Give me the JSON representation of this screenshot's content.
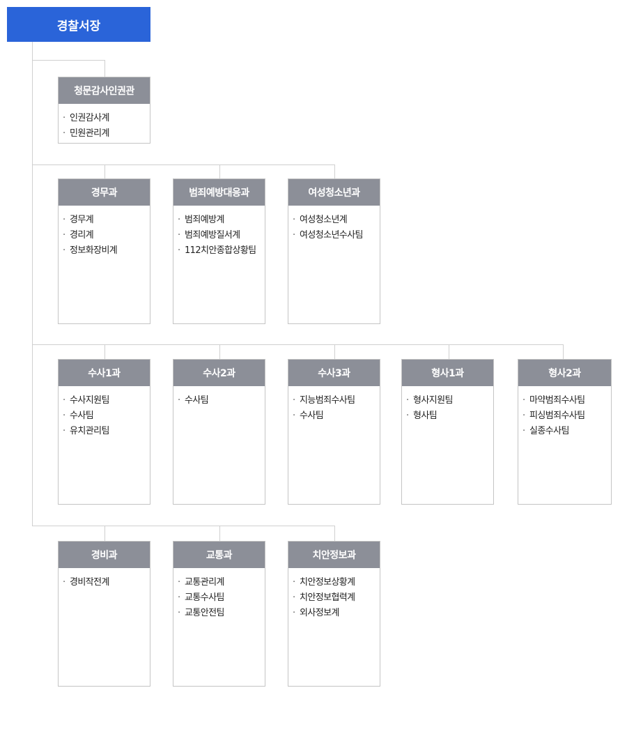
{
  "chief": {
    "title": "경찰서장"
  },
  "units": {
    "u0": {
      "title": "청문감사인권관",
      "items": [
        "인권감사계",
        "민원관리계"
      ]
    },
    "u1": {
      "title": "경무과",
      "items": [
        "경무계",
        "경리계",
        "정보화장비계"
      ]
    },
    "u2": {
      "title": "범죄예방대응과",
      "items": [
        "범죄예방계",
        "범죄예방질서계",
        "112치안종합상황팀"
      ]
    },
    "u3": {
      "title": "여성청소년과",
      "items": [
        "여성청소년계",
        "여성청소년수사팀"
      ]
    },
    "u4": {
      "title": "수사1과",
      "items": [
        "수사지원팀",
        "수사팀",
        "유치관리팀"
      ]
    },
    "u5": {
      "title": "수사2과",
      "items": [
        "수사팀"
      ]
    },
    "u6": {
      "title": "수사3과",
      "items": [
        "지능범죄수사팀",
        "수사팀"
      ]
    },
    "u7": {
      "title": "형사1과",
      "items": [
        "형사지원팀",
        "형사팀"
      ]
    },
    "u8": {
      "title": "형사2과",
      "items": [
        "마약범죄수사팀",
        "피싱범죄수사팀",
        "실종수사팀"
      ]
    },
    "u9": {
      "title": "경비과",
      "items": [
        "경비작전계"
      ]
    },
    "u10": {
      "title": "교통과",
      "items": [
        "교통관리계",
        "교통수사팀",
        "교통안전팀"
      ]
    },
    "u11": {
      "title": "치안정보과",
      "items": [
        "치안정보상황계",
        "치안정보협력계",
        "외사정보계"
      ]
    }
  }
}
